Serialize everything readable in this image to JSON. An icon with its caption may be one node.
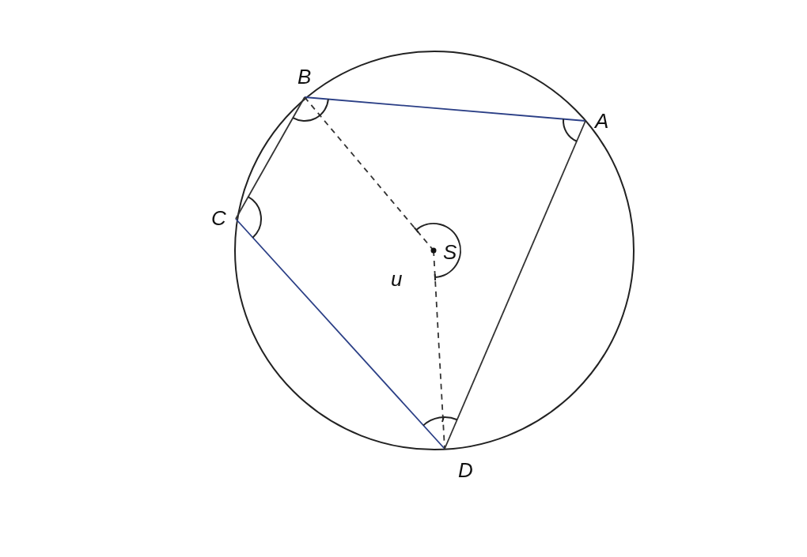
{
  "diagram": {
    "nodes": [
      {
        "text": [
          "B"
        ]
      },
      {
        "text": [
          "A"
        ]
      },
      {
        "text": [
          "C"
        ]
      },
      {
        "text": [
          "S"
        ]
      },
      {
        "text": [
          "D"
        ]
      }
    ],
    "edges": [
      {
        "from": 0,
        "to": 1,
        "arrow": "none",
        "color": "#2b3f86"
      },
      {
        "from": 1,
        "to": 4,
        "arrow": "none"
      },
      {
        "from": 4,
        "to": 2,
        "arrow": "none",
        "color": "#2b3f86"
      },
      {
        "from": 2,
        "to": 0,
        "arrow": "none"
      },
      {
        "from": 0,
        "to": 3,
        "arrow": "none",
        "style": "dashed"
      },
      {
        "from": 3,
        "to": 4,
        "arrow": "none",
        "style": "dashed"
      }
    ],
    "labels": [
      "u"
    ]
  }
}
